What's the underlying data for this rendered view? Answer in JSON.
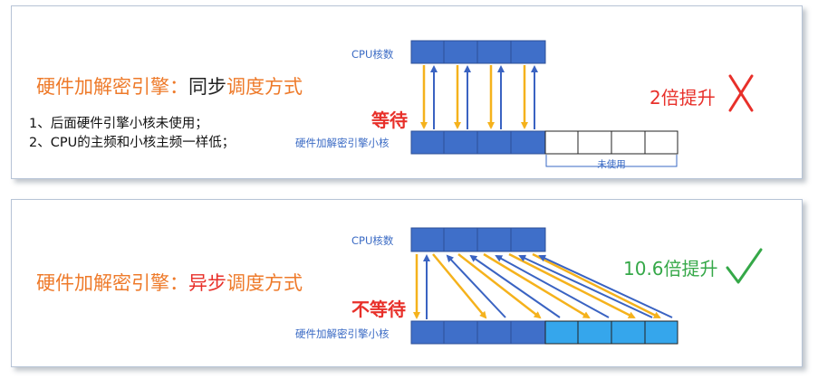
{
  "top": {
    "title_part1": "硬件加解密引擎：",
    "title_part2": "同步",
    "title_part3": "调度方式",
    "notes": [
      "1、后面硬件引擎小核未使用；",
      "2、CPU的主频和小核主频一样低；"
    ],
    "cpu_label": "CPU核数",
    "engine_label": "硬件加解密引擎小核",
    "wait_label": "等待",
    "unused_label": "未使用",
    "gain_text": "2倍提升",
    "result_icon": "cross-icon"
  },
  "bottom": {
    "title_part1": "硬件加解密引擎：",
    "title_part2": "异步",
    "title_part3": "调度方式",
    "cpu_label": "CPU核数",
    "engine_label": "硬件加解密引擎小核",
    "wait_label": "不等待",
    "gain_text": "10.6倍提升",
    "result_icon": "check-icon"
  },
  "colors": {
    "cpu_block": "#3f6fc9",
    "engine_used": "#3f6fc9",
    "engine_async_extra": "#35a6ec",
    "arrow_down": "#f5b21c",
    "arrow_up": "#3a63c2",
    "title_orange": "#ee7a2a",
    "emphasis_red": "#e8302a",
    "check_green": "#35a848"
  }
}
